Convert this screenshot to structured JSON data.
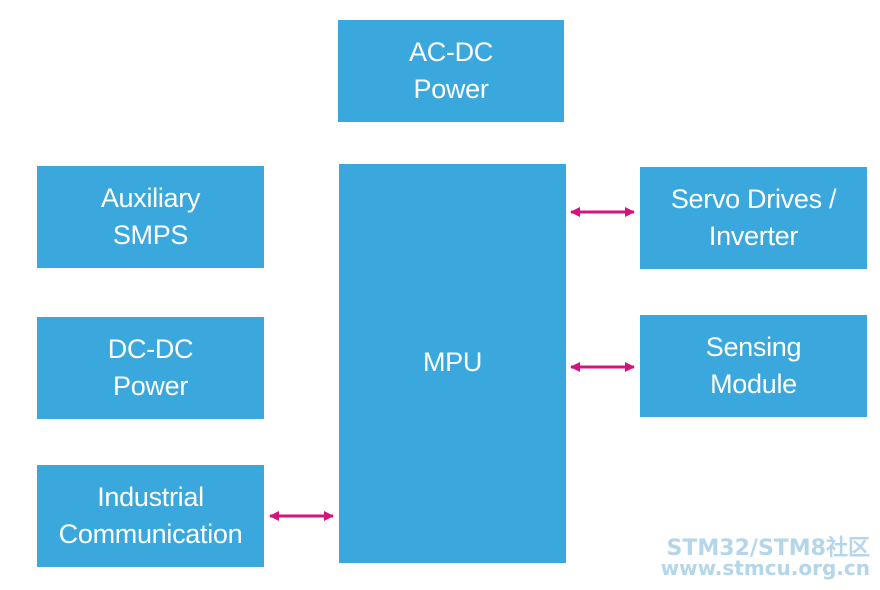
{
  "blocks": {
    "ac_dc": "AC-DC\nPower",
    "auxiliary": "Auxiliary\nSMPS",
    "dc_dc": "DC-DC\nPower",
    "industrial": "Industrial\nCommunication",
    "mpu": "MPU",
    "servo": "Servo Drives /\nInverter",
    "sensing": "Sensing\nModule"
  },
  "colors": {
    "block_fill": "#3aa8dc",
    "block_text": "#ffffff",
    "arrow": "#d4137e",
    "watermark": "#b4d6ea"
  },
  "watermark": {
    "line1": "STM32/STM8社区",
    "line2": "www.stmcu.org.cn"
  }
}
